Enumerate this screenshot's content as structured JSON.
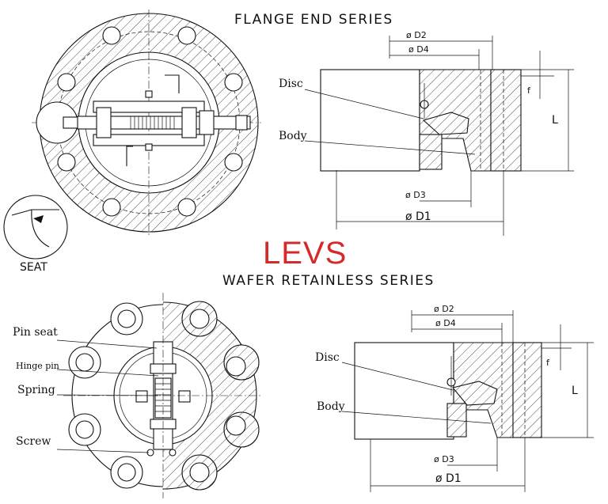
{
  "brand": {
    "logo_text": "LEVS",
    "logo_color": "#d42a2a"
  },
  "flange_series": {
    "title": "FLANGE END SERIES",
    "labels": {
      "disc": "Disc",
      "body": "Body",
      "seat": "SEAT"
    },
    "dimensions": {
      "d2": "ø D2",
      "d4": "ø D4",
      "d3": "ø D3",
      "d1": "ø D1",
      "f": "f",
      "l": "L"
    }
  },
  "wafer_series": {
    "title": "WAFER RETAINLESS SERIES",
    "labels": {
      "pin_seat": "Pin seat",
      "hinge_pin": "Hinge pin",
      "spring": "Spring",
      "screw": "Screw",
      "disc": "Disc",
      "body": "Body"
    },
    "dimensions": {
      "d2": "ø D2",
      "d4": "ø D4",
      "d3": "ø D3",
      "d1": "ø D1",
      "f": "f",
      "l": "L"
    }
  }
}
